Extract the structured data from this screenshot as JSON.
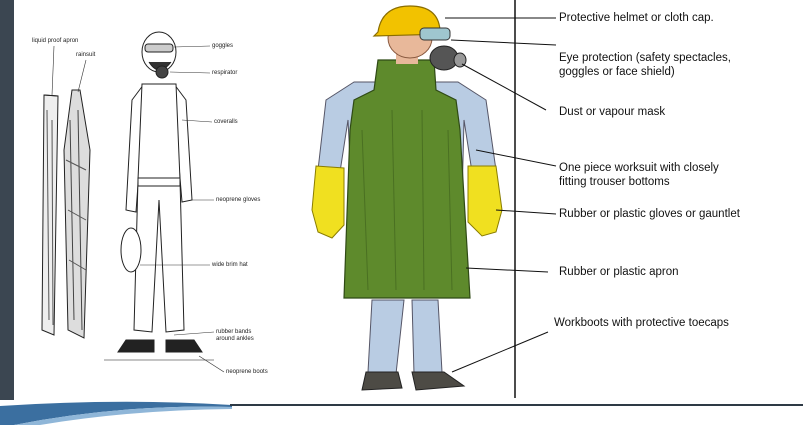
{
  "left_diagram": {
    "labels": {
      "liquid_proof_apron": "liquid proof apron",
      "rainsuit": "rainsuit",
      "goggles": "goggles",
      "respirator": "respirator",
      "coveralls": "coveralls",
      "neoprene_gloves": "neoprene gloves",
      "wide_brim_hat": "wide brim hat",
      "rubber_bands_line1": "rubber bands",
      "rubber_bands_line2": "around ankles",
      "neoprene_boots": "neoprene boots"
    }
  },
  "right_diagram": {
    "labels": {
      "helmet": "Protective helmet or cloth cap.",
      "eye_protection_line1": "Eye protection (safety spectacles,",
      "eye_protection_line2": "goggles or face shield)",
      "mask": "Dust or vapour mask",
      "worksuit_line1": "One piece worksuit with closely",
      "worksuit_line2": "fitting trouser bottoms",
      "gloves": "Rubber or plastic gloves or gauntlet",
      "apron": "Rubber or plastic apron",
      "workboots": "Workboots with protective toecaps"
    },
    "colors": {
      "helmet": "#f2c200",
      "apron": "#5e8a2c",
      "shirt": "#b9cce3",
      "gloves": "#f0e020",
      "boots": "#4d4b45"
    }
  }
}
